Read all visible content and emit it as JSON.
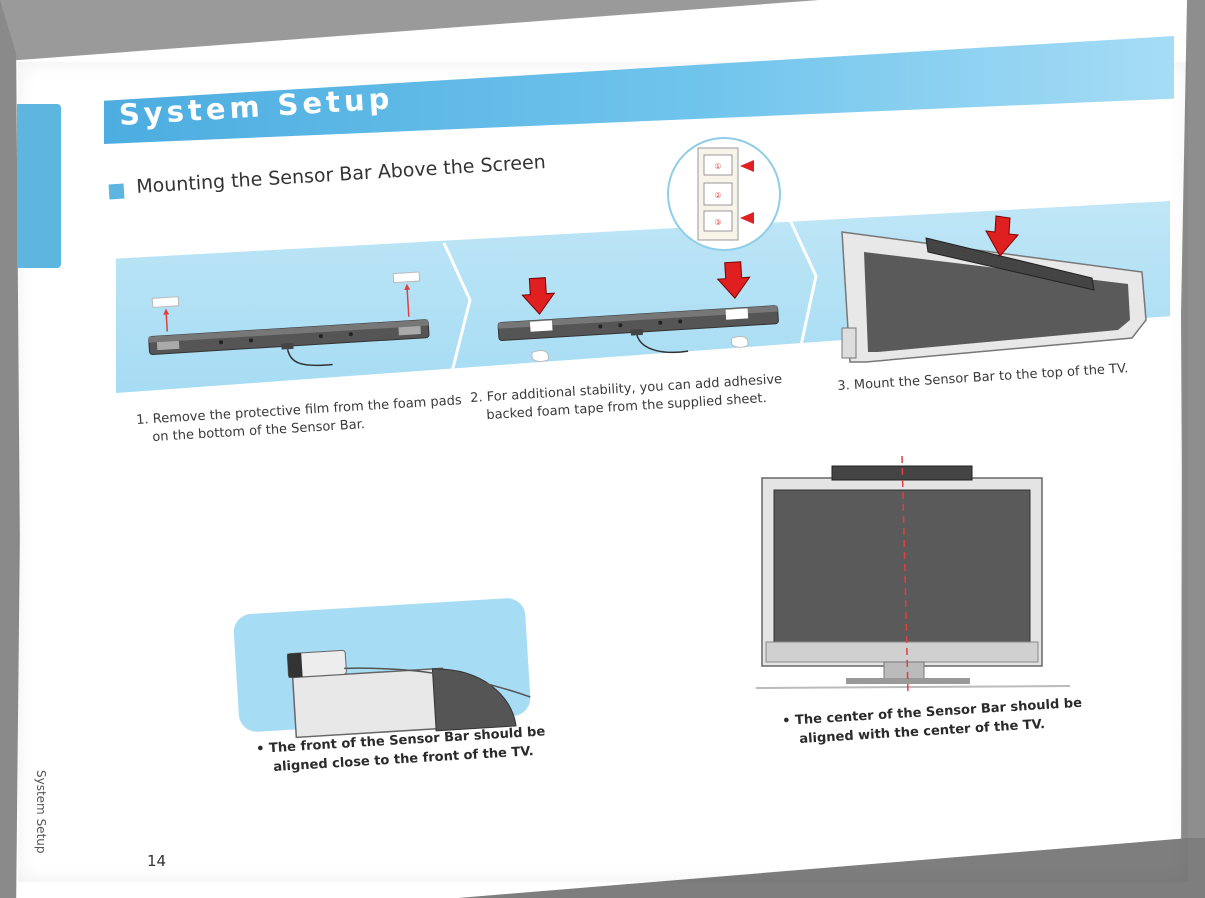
{
  "header": {
    "title": "System Setup",
    "subheading": "Mounting the Sensor Bar Above the Screen"
  },
  "steps": [
    {
      "lines": [
        "1. Remove the protective film from the foam pads",
        "on the bottom of the Sensor Bar."
      ]
    },
    {
      "lines": [
        "2. For additional stability, you can add adhesive",
        "backed foam tape from the supplied sheet."
      ]
    },
    {
      "lines": [
        "3. Mount the Sensor Bar to the top of the TV."
      ]
    }
  ],
  "tape_sheet": {
    "pad_labels": [
      "①",
      "②",
      "③"
    ]
  },
  "notes": [
    {
      "lines": [
        "• The front of the Sensor Bar should be",
        "aligned close to the front of the TV."
      ]
    },
    {
      "lines": [
        "• The center of the Sensor Bar should be",
        "aligned with the center of the TV."
      ]
    }
  ],
  "footer": {
    "side_label": "System Setup",
    "page_number": "14"
  },
  "colors": {
    "accent_blue": "#5db6e0",
    "light_blue": "#a6dcf4",
    "arrow_red": "#e02020",
    "guide_red": "#e04040"
  }
}
